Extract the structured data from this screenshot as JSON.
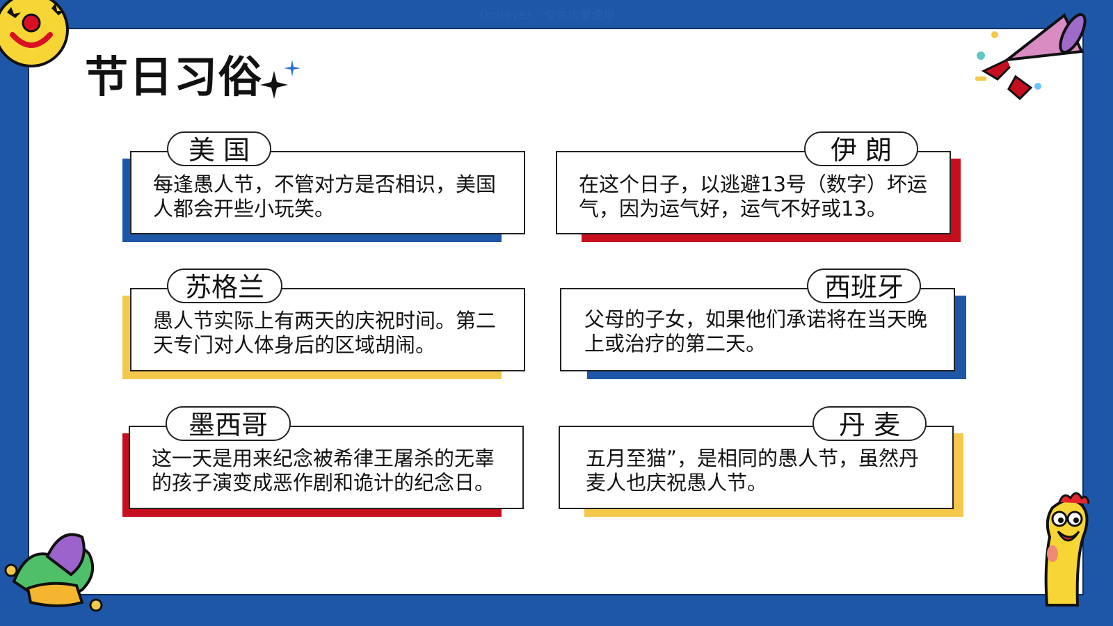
{
  "slide": {
    "title": "节日习俗",
    "watermark": "Unilever · 仅供内部使用"
  },
  "colors": {
    "blue": "#1f57a8",
    "yellow": "#f4c84b",
    "red": "#c50f1f",
    "frame": "#0f2f63"
  },
  "decor": {
    "top_left": "clown-face-icon",
    "top_right": "party-horn-icon",
    "bottom_left": "jester-hat-icon",
    "bottom_right": "rubber-chicken-icon",
    "title_accent": "sparkle-icon"
  },
  "cards": [
    {
      "country": "美 国",
      "text": "每逢愚人节，不管对方是否相识，美国\n人都会开些小玩笑。",
      "accent": "blue"
    },
    {
      "country": "伊 朗",
      "text": "在这个日子，以逃避13号（数字）坏运\n气，因为运气好，运气不好或13。",
      "accent": "red"
    },
    {
      "country": "苏格兰",
      "text": "愚人节实际上有两天的庆祝时间。第二\n天专门对人体身后的区域胡闹。",
      "accent": "yellow"
    },
    {
      "country": "西班牙",
      "text": "父母的子女，如果他们承诺将在当天晚\n上或治疗的第二天。",
      "accent": "blue"
    },
    {
      "country": "墨西哥",
      "text": "这一天是用来纪念被希律王屠杀的无辜\n的孩子演变成恶作剧和诡计的纪念日。",
      "accent": "red"
    },
    {
      "country": "丹 麦",
      "text": "五月至猫”，是相同的愚人节，虽然丹\n麦人也庆祝愚人节。",
      "accent": "yellow"
    }
  ]
}
